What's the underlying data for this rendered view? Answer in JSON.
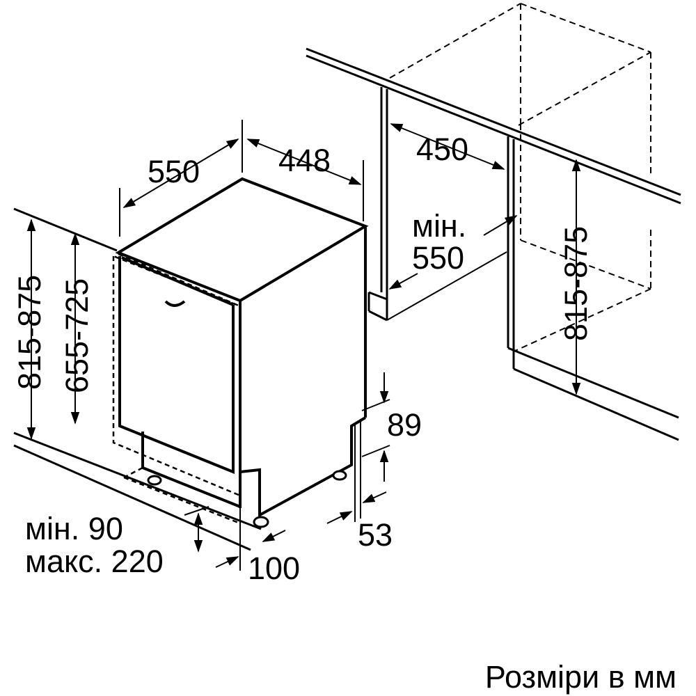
{
  "dimensions": {
    "depth": "550",
    "width": "448",
    "niche_width": "450",
    "niche_depth_prefix": "мін.",
    "niche_depth_value": "550",
    "height_total": "815-875",
    "height_door": "655-725",
    "niche_height": "815-875",
    "toe_kick_height": "89",
    "plinth_setback": "53",
    "foot_setback": "100",
    "plinth_min": "мін. 90",
    "plinth_max": "макс. 220"
  },
  "footer": {
    "units_note": "Розміри в мм"
  }
}
